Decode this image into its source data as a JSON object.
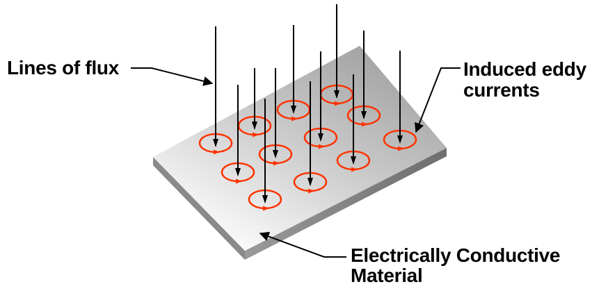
{
  "labels": {
    "flux": "Lines of flux",
    "eddy_line1": "Induced eddy",
    "eddy_line2": "currents",
    "material_line1": "Electrically Conductive",
    "material_line2": "Material"
  },
  "colors": {
    "eddy_current": "#ff3300",
    "flux_arrow": "#000000",
    "plate_light": "#ffffff",
    "plate_dark": "#a8a8a8",
    "plate_edge": "#7a7a7a"
  },
  "counts": {
    "flux_lines": 12,
    "eddy_loops": 12
  }
}
